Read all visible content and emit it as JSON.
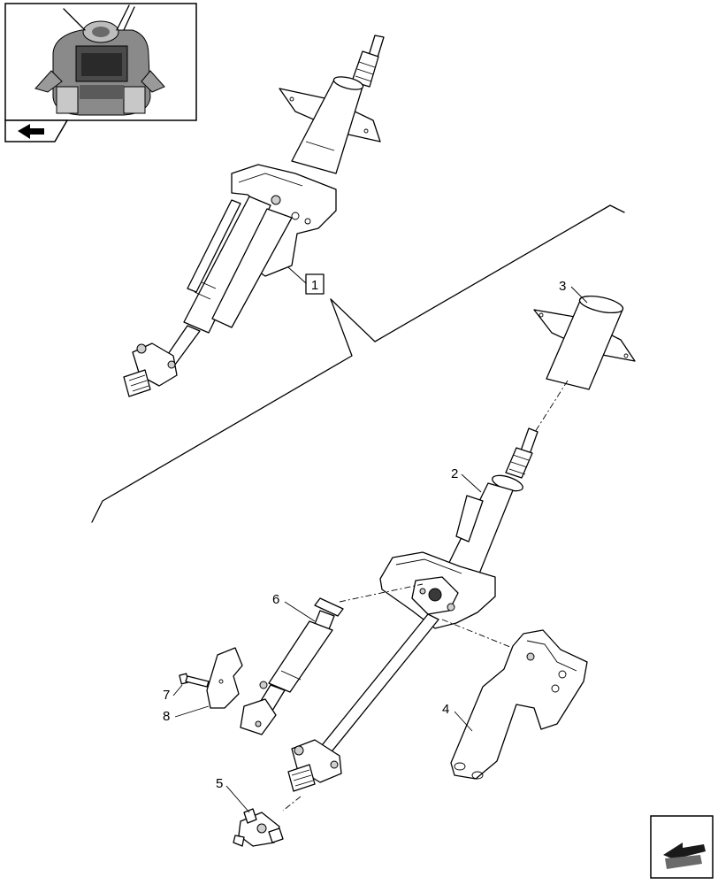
{
  "callouts": {
    "assembly": "1",
    "steering_column": "2",
    "column_tube": "3",
    "support_bracket": "4",
    "universal_joint": "5",
    "gas_spring": "6",
    "screw": "7",
    "cover_plate": "8"
  },
  "icons": {
    "thumbnail": "tractor-cab-thumbnail",
    "prev": "arrow-left-icon",
    "next": "arrow-next-icon"
  }
}
